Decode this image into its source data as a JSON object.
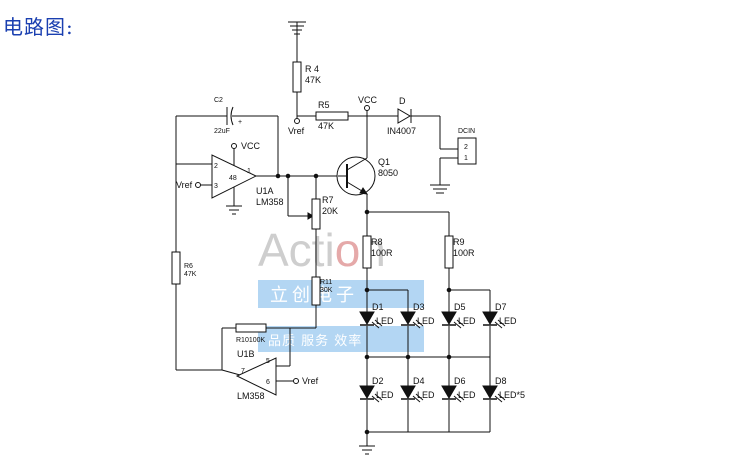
{
  "heading": "电路图:",
  "watermark": {
    "brand_a": "Acti",
    "brand_o": "o",
    "brand_n": "n",
    "chinese": "立创电子",
    "slogan": "品质 服务 效率"
  },
  "labels": {
    "r4": "R 4",
    "r4_val": "47K",
    "r5": "R5",
    "r5_val": "47K",
    "vref_top": "Vref",
    "vcc_top": "VCC",
    "diode": "D",
    "diode_val": "IN4007",
    "dcin": "DCIN",
    "dcin_pin2": "2",
    "dcin_pin1": "1",
    "c2": "C2",
    "c2_val": "22uF",
    "c2_plus": "+",
    "u1a_vcc": "VCC",
    "pin2": "2",
    "pin3": "3",
    "pin1": "1",
    "pin48": "48",
    "vref_u1a": "Vref",
    "u1a": "U1A",
    "u1a_part": "LM358",
    "q1": "Q1",
    "q1_val": "8050",
    "r7": "R7",
    "r7_val": "20K",
    "r6": "R6",
    "r6_val": "47K",
    "r8": "R8",
    "r8_val": "100R",
    "r9": "R9",
    "r9_val": "100R",
    "r11": "R11",
    "r11_val": "30K",
    "r10": "R10100K",
    "u1b": "U1B",
    "pin5": "5",
    "pin6": "6",
    "pin7": "7",
    "vref_u1b": "Vref",
    "u1b_part": "LM358",
    "d1": "D1",
    "d2": "D2",
    "d3": "D3",
    "d4": "D4",
    "d5": "D5",
    "d6": "D6",
    "d7": "D7",
    "d8": "D8",
    "led": "LED",
    "led_x5": "LED*5"
  },
  "colors": {
    "heading": "#1a3fb0",
    "watermark_box": "#8fc3ee",
    "watermark_text": "#c9c9c9",
    "watermark_o": "#e3a0a0"
  }
}
